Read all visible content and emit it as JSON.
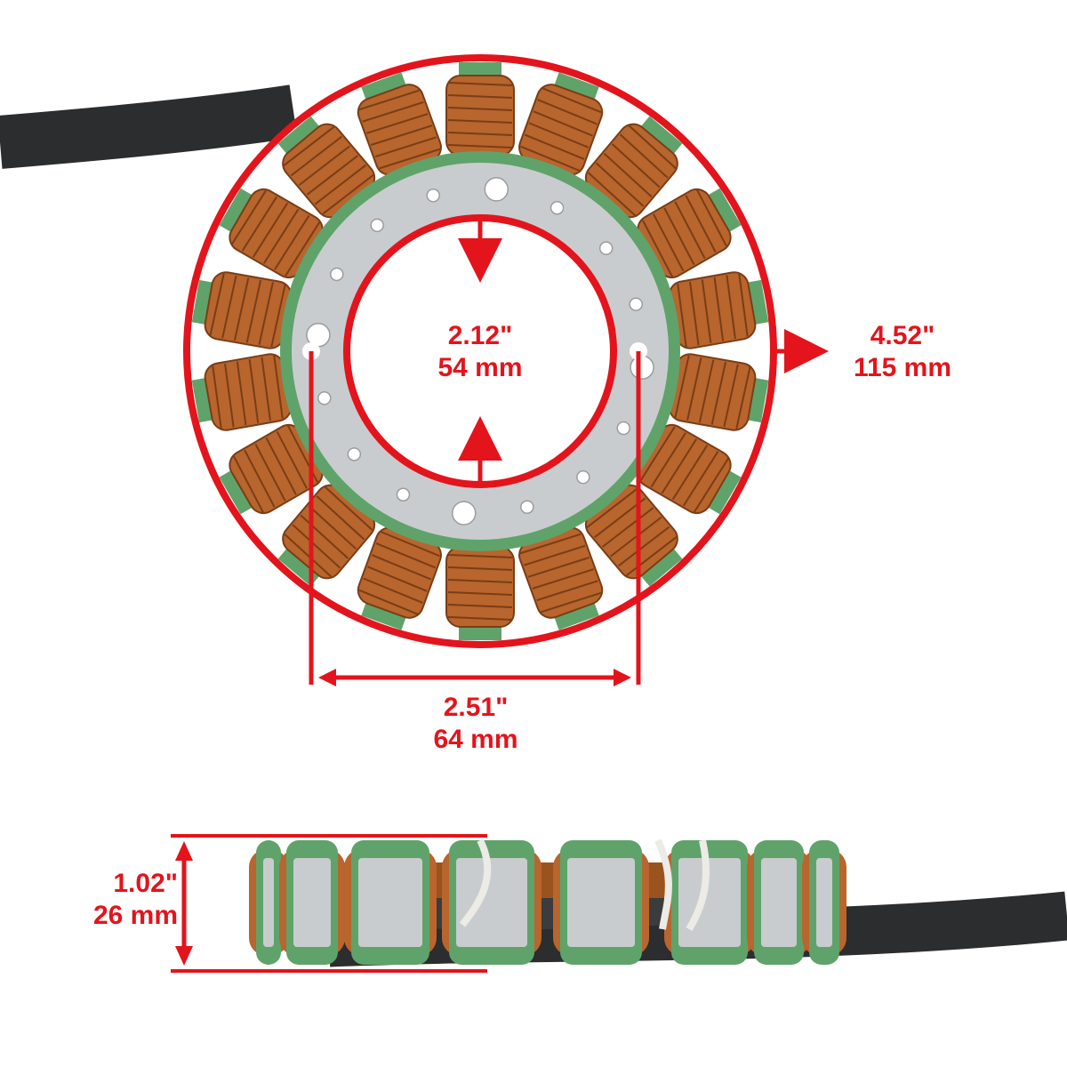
{
  "colors": {
    "accent": "#e3141c",
    "copper": "#b8652e",
    "copper_dark": "#7a3d15",
    "green": "#5fa36a",
    "steel": "#c9cccf",
    "cable": "#2b2d2e",
    "background": "#ffffff"
  },
  "dimensions": {
    "inner_diameter": {
      "inches": "2.12\"",
      "mm": "54 mm"
    },
    "outer_diameter": {
      "inches": "4.52\"",
      "mm": "115 mm"
    },
    "bolt_spacing": {
      "inches": "2.51\"",
      "mm": "64 mm"
    },
    "height": {
      "inches": "1.02\"",
      "mm": "26 mm"
    }
  },
  "stator": {
    "coil_count": 18,
    "view_top": "stator-top-view",
    "view_side": "stator-side-view"
  }
}
